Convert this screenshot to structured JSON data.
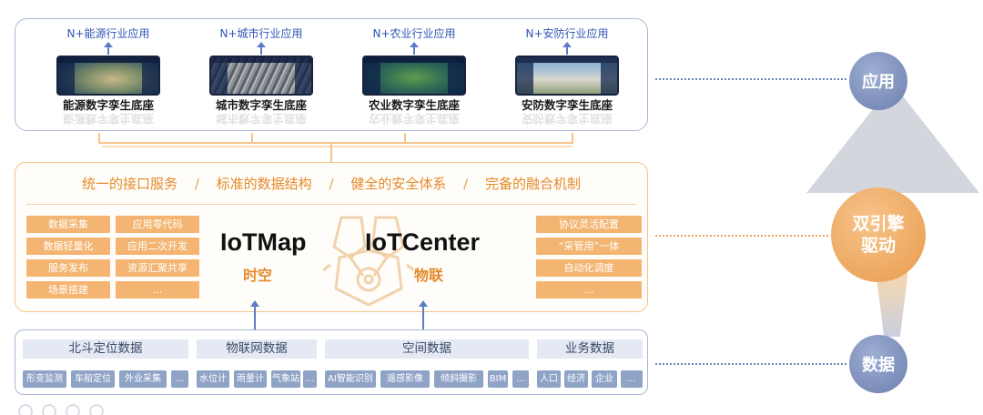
{
  "top": {
    "apps": [
      {
        "title": "N+能源行业应用",
        "base": "能源数字孪生底座"
      },
      {
        "title": "N+城市行业应用",
        "base": "城市数字孪生底座"
      },
      {
        "title": "N+农业行业应用",
        "base": "农业数字孪生底座"
      },
      {
        "title": "N+安防行业应用",
        "base": "安防数字孪生底座"
      }
    ]
  },
  "middle": {
    "features": [
      "统一的接口服务",
      "标准的数据结构",
      "健全的安全体系",
      "完备的融合机制"
    ],
    "left_tags": [
      "数据采集",
      "应用零代码",
      "数据轻量化",
      "应用二次开发",
      "服务发布",
      "资源汇聚共享",
      "场景搭建",
      "..."
    ],
    "right_tags": [
      "协议灵活配置",
      "“采管用”一体",
      "自动化调度",
      "..."
    ],
    "engine_left": {
      "name": "IoTMap",
      "sub": "时空"
    },
    "engine_right": {
      "name": "IoTCenter",
      "sub": "物联"
    }
  },
  "bottom": {
    "categories": [
      {
        "label": "北斗定位数据",
        "chips": [
          "形变监测",
          "车船定位",
          "外业采集",
          "..."
        ]
      },
      {
        "label": "物联网数据",
        "chips": [
          "水位计",
          "雨量计",
          "气象站",
          "..."
        ]
      },
      {
        "label": "空间数据",
        "chips": [
          "AI智能识别",
          "遥感影像",
          "倾斜摄影",
          "BIM",
          "..."
        ]
      },
      {
        "label": "业务数据",
        "chips": [
          "人口",
          "经济",
          "企业",
          "..."
        ]
      }
    ]
  },
  "side": {
    "app_label": "应用",
    "engine_label_1": "双引擎",
    "engine_label_2": "驱动",
    "data_label": "数据"
  },
  "colors": {
    "blue_accent": "#2f56b4",
    "orange_accent": "#e58a2a",
    "tag_orange": "#f3b571",
    "chip_blue": "#8fa3c7"
  }
}
